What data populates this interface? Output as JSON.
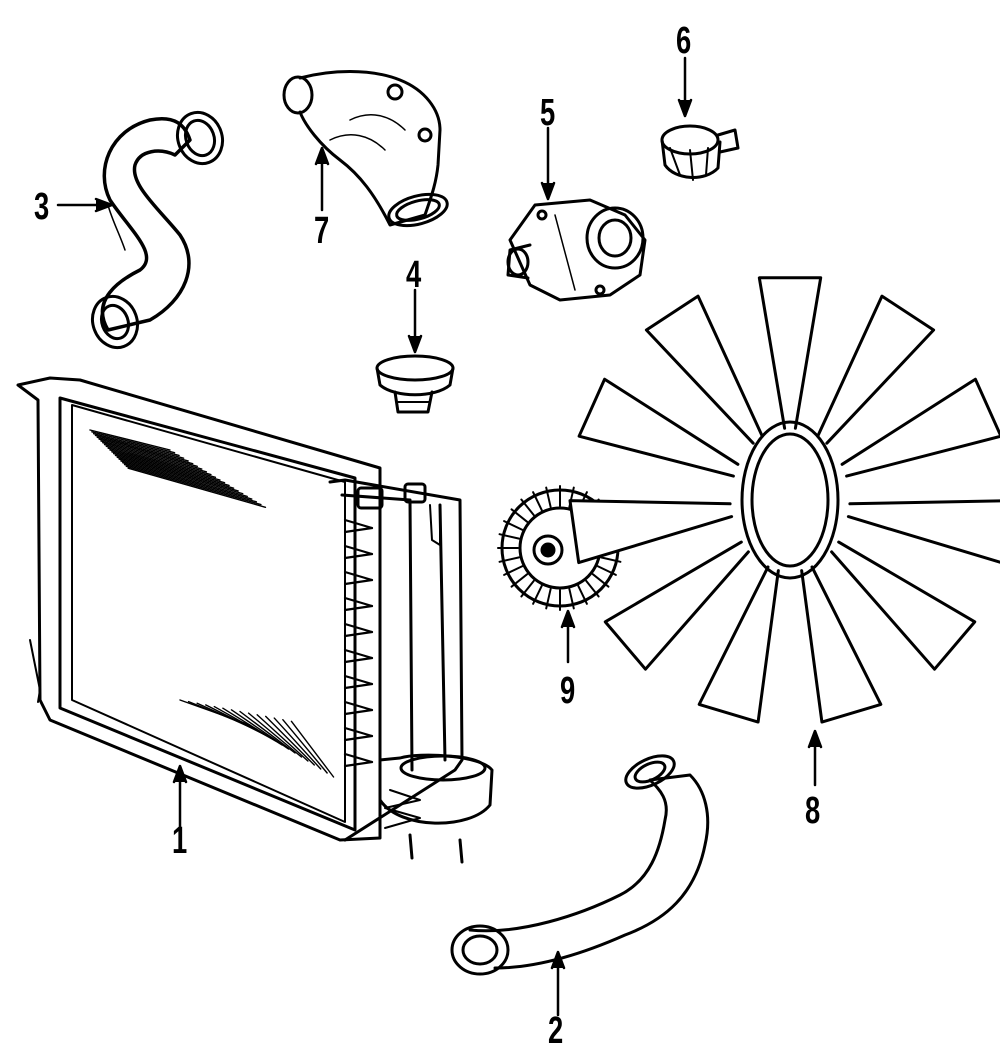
{
  "colors": {
    "ink": "#000000",
    "paper": "#ffffff"
  },
  "callouts": {
    "radiator": "1",
    "lower_hose": "2",
    "upper_hose": "3",
    "filler_cap": "4",
    "water_pump": "5",
    "thermostat": "6",
    "thermostat_housing": "7",
    "fan_blade": "8",
    "fan_clutch": "9"
  }
}
